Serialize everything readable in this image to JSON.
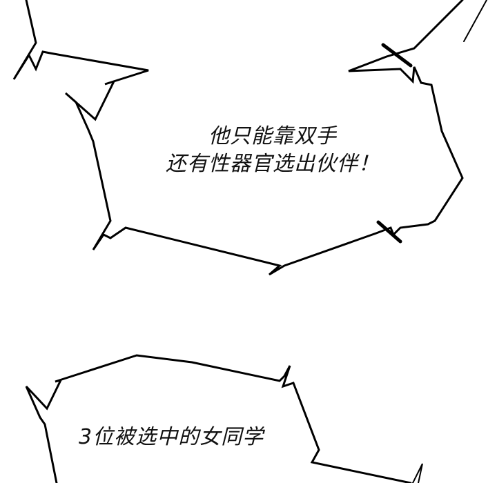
{
  "panel": {
    "background": "#ffffff",
    "stroke_color": "#000000"
  },
  "bubble_top": {
    "line1": "他只能靠双手",
    "line2": "还有性器官选出伙伴！"
  },
  "bubble_bottom": {
    "text": "3位被选中的女同学"
  }
}
